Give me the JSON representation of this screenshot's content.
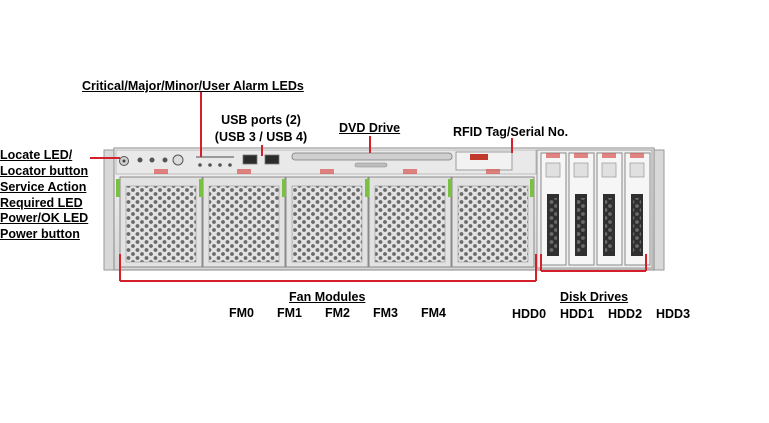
{
  "labels": {
    "alarm_leds": "Critical/Major/Minor/User Alarm LEDs",
    "usb_line1": "USB ports (2)",
    "usb_line2": "(USB 3 / USB 4)",
    "dvd": "DVD Drive",
    "rfid": "RFID Tag/Serial No.",
    "left_group": [
      "Locate LED/",
      "Locator button",
      "Service Action",
      "Required LED",
      "Power/OK LED",
      "Power button"
    ],
    "fan_modules": "Fan Modules",
    "disk_drives": "Disk Drives"
  },
  "fans": [
    "FM0",
    "FM1",
    "FM2",
    "FM3",
    "FM4"
  ],
  "disks": [
    "HDD0",
    "HDD1",
    "HDD2",
    "HDD3"
  ],
  "colors": {
    "callout": "#d4202a",
    "chassis": "#e6e6e6",
    "accent_green": "#7ac143"
  }
}
